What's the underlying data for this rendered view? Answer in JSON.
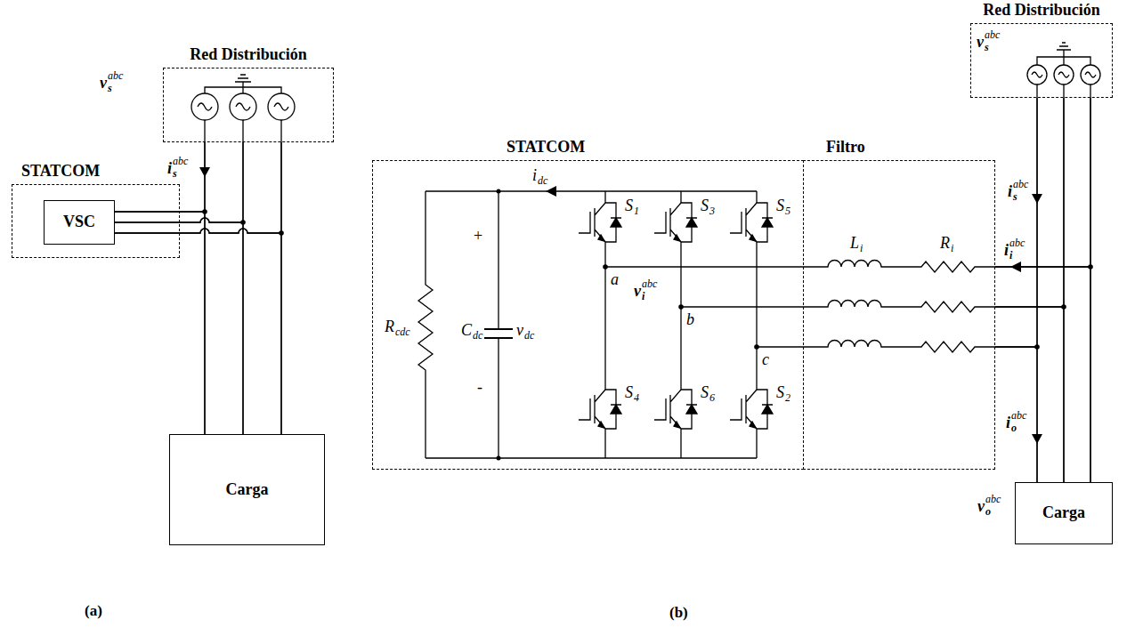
{
  "diagram": {
    "nodes": [
      {
        "text": [
          "Red Distribución"
        ]
      },
      {
        "text": [
          "STATCOM"
        ]
      },
      {
        "text": [
          "VSC"
        ],
        "in": 1
      },
      {
        "text": [
          "Carga"
        ]
      },
      {
        "text": [
          "STATCOM"
        ]
      },
      {
        "text": [
          "Filtro"
        ]
      },
      {
        "text": [
          "Red Distribución"
        ]
      },
      {
        "text": [
          "Carga"
        ]
      }
    ],
    "edges": [
      {
        "from": 0,
        "to": 3,
        "arrow": "none"
      },
      {
        "from": 2,
        "to": 0,
        "arrow": "none"
      },
      {
        "from": 2,
        "to": 3,
        "arrow": "none"
      },
      {
        "from": 6,
        "to": 7,
        "arrow": "none"
      },
      {
        "from": 5,
        "to": 6,
        "arrow": "none"
      },
      {
        "from": 5,
        "to": 7,
        "arrow": "none"
      }
    ],
    "labels": [
      "v",
      "s",
      "abc",
      "i",
      "s",
      "abc",
      "(a)",
      "v",
      "s",
      "abc",
      "i",
      "s",
      "abc",
      "i",
      "i",
      "abc",
      "i",
      "o",
      "abc",
      "v",
      "o",
      "abc",
      "v",
      "i",
      "abc",
      "i",
      "dc",
      "S",
      "1",
      "S",
      "3",
      "S",
      "5",
      "S",
      "4",
      "S",
      "6",
      "S",
      "2",
      "R",
      "cdc",
      "C",
      "dc",
      "v",
      "dc",
      "+",
      "-",
      "a",
      "b",
      "c",
      "L",
      "i",
      "R",
      "i",
      "(b)"
    ]
  }
}
